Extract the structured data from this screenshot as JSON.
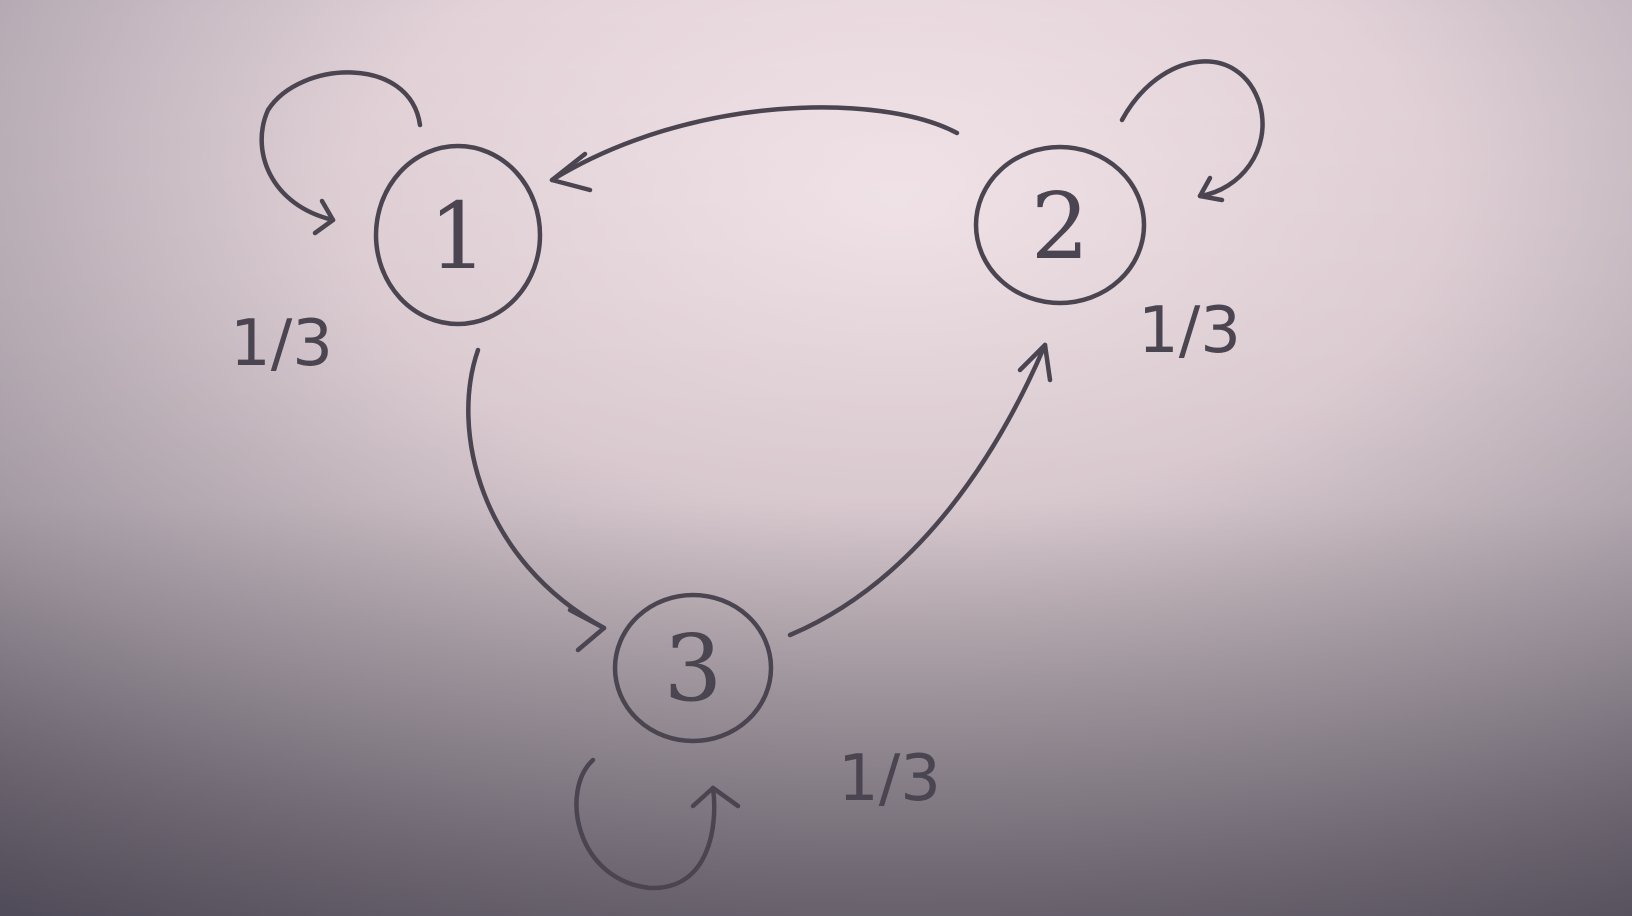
{
  "diagram": {
    "nodes": [
      {
        "id": "1",
        "label": "1",
        "self_loop_label": "1/3"
      },
      {
        "id": "2",
        "label": "2",
        "self_loop_label": "1/3"
      },
      {
        "id": "3",
        "label": "3",
        "self_loop_label": "1/3"
      }
    ],
    "edges": [
      {
        "from": "1",
        "to": "1"
      },
      {
        "from": "2",
        "to": "2"
      },
      {
        "from": "3",
        "to": "3"
      },
      {
        "from": "2",
        "to": "1"
      },
      {
        "from": "1",
        "to": "3"
      },
      {
        "from": "3",
        "to": "2"
      }
    ]
  },
  "colors": {
    "ink": "#4a4550"
  }
}
